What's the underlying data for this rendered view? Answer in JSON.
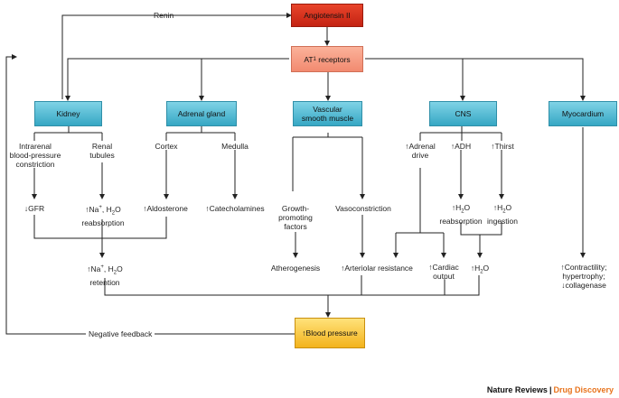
{
  "nodes": {
    "angiotensin": "Angiotensin II",
    "at1_prefix": "AT",
    "at1_sub": "1",
    "at1_suffix": " receptors",
    "kidney": "Kidney",
    "adrenal": "Adrenal gland",
    "vascular_line1": "Vascular",
    "vascular_line2": "smooth muscle",
    "cns": "CNS",
    "myocardium": "Myocardium",
    "blood_pressure": "↑Blood pressure"
  },
  "labels": {
    "renin": "Renin",
    "negative_feedback": "Negative feedback",
    "intrarenal_1": "Intrarenal",
    "intrarenal_2": "blood-pressure",
    "intrarenal_3": "constriction",
    "renal_1": "Renal",
    "renal_2": "tubules",
    "cortex": "Cortex",
    "medulla": "Medulla",
    "gfr": "↓GFR",
    "na_reabs_1_a": "↑Na",
    "na_reabs_1_sup": "+",
    "na_reabs_1_b": ", H",
    "na_reabs_1_sub": "2",
    "na_reabs_1_c": "O",
    "na_reabs_2": "reabsorption",
    "aldosterone": "↑Aldosterone",
    "catecholamines": "↑Catecholamines",
    "growth_1": "Growth-",
    "growth_2": "promoting",
    "growth_3": "factors",
    "vasoconstriction": "Vasoconstriction",
    "adrenal_drive_1": "↑Adrenal",
    "adrenal_drive_2": "drive",
    "adh": "↑ADH",
    "thirst": "↑Thirst",
    "h2o_reabs_1_a": "↑H",
    "h2o_reabs_1_sub": "2",
    "h2o_reabs_1_b": "O",
    "h2o_reabs_2": "reabsorption",
    "h2o_ing_1_a": "↑H",
    "h2o_ing_1_sub": "2",
    "h2o_ing_1_b": "O",
    "h2o_ing_2": "ingestion",
    "na_ret_1_a": "↑Na",
    "na_ret_1_sup": "+",
    "na_ret_1_b": ", H",
    "na_ret_1_sub": "2",
    "na_ret_1_c": "O",
    "na_ret_2": "retention",
    "atherogenesis": "Atherogenesis",
    "arteriolar": "↑Arteriolar resistance",
    "cardiac_1": "↑Cardiac",
    "cardiac_2": "output",
    "h2o_a": "↑H",
    "h2o_sub": "2",
    "h2o_b": "O",
    "contract_1": "↑Contractility;",
    "contract_2": "hypertrophy;",
    "contract_3": "↓collagenase"
  },
  "footer": {
    "brand1": "Nature Reviews",
    "separator": "|",
    "brand2": "Drug Discovery"
  },
  "colors": {
    "angiotensin_box": "#d9331e",
    "at1_box": "#f7a085",
    "organ_box": "#45b3cf",
    "blood_pressure_box": "#f8c63a",
    "brand_accent": "#e8731c"
  }
}
